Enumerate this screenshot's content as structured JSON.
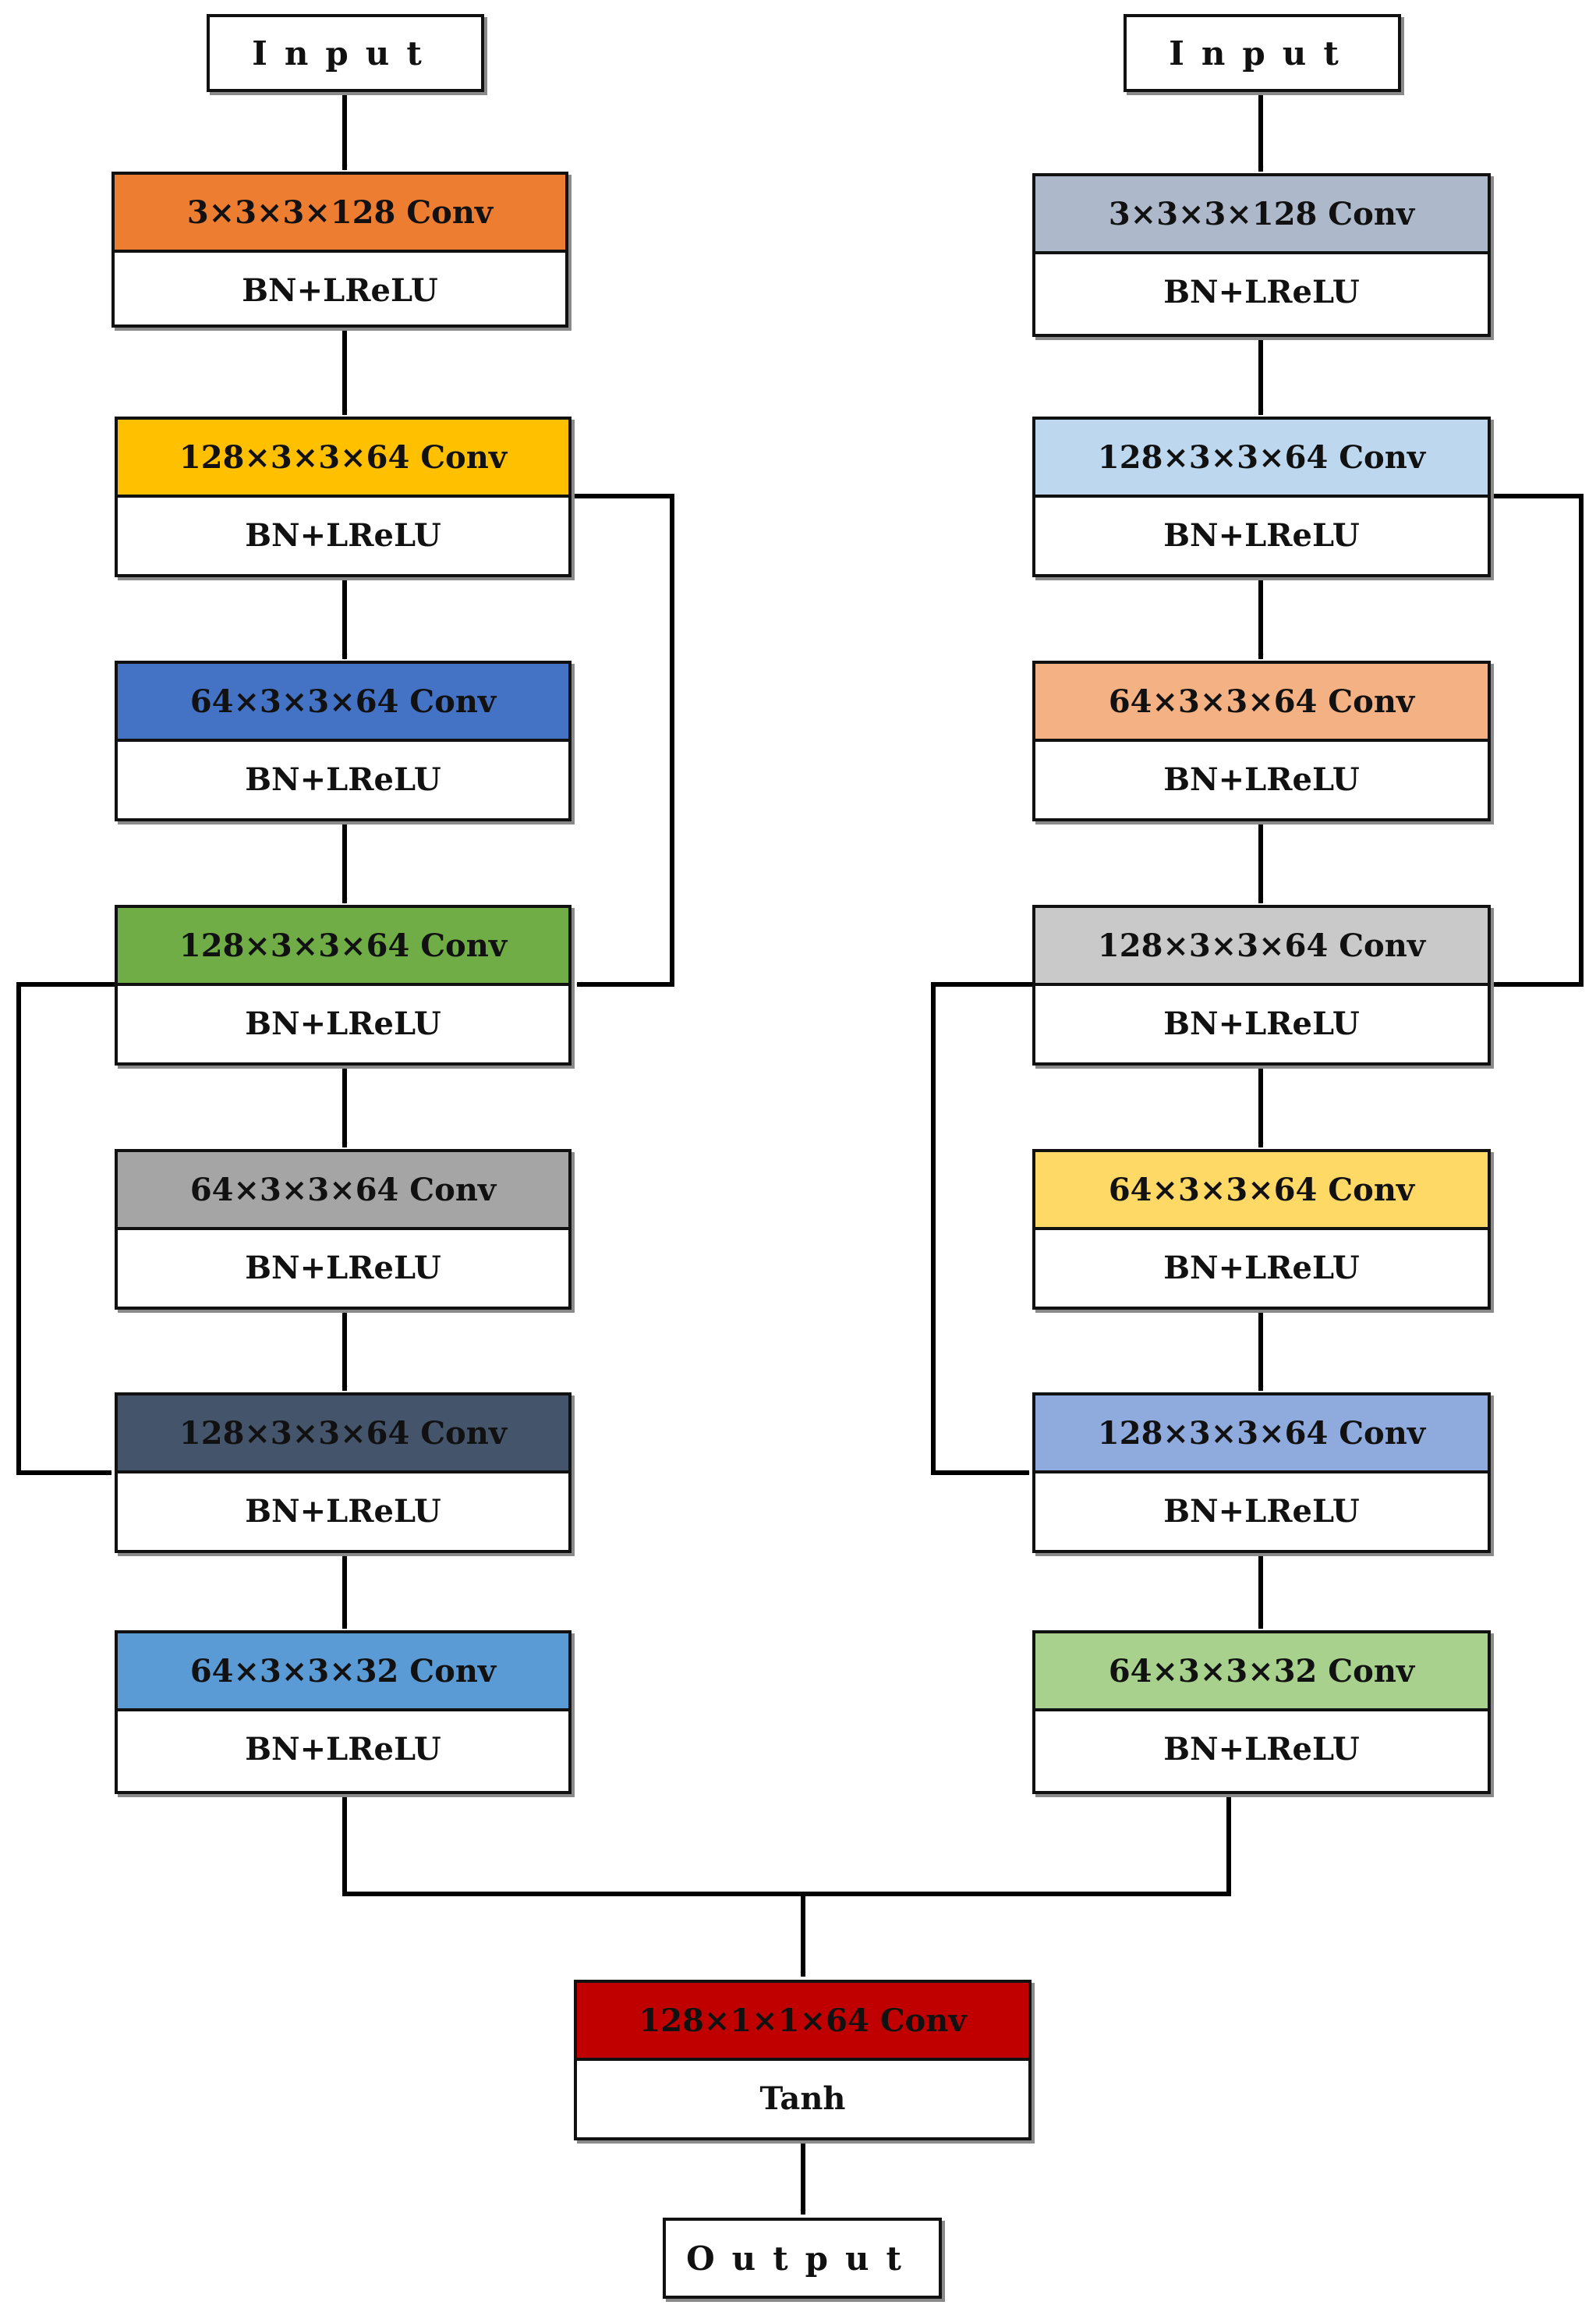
{
  "left": {
    "input": "Input",
    "blocks": [
      {
        "conv": "3×3×3×128 Conv",
        "act": "BN+LReLU",
        "color": "#ED7D31"
      },
      {
        "conv": "128×3×3×64 Conv",
        "act": "BN+LReLU",
        "color": "#FFC000"
      },
      {
        "conv": "64×3×3×64 Conv",
        "act": "BN+LReLU",
        "color": "#4472C4"
      },
      {
        "conv": "128×3×3×64 Conv",
        "act": "BN+LReLU",
        "color": "#70AD47"
      },
      {
        "conv": "64×3×3×64 Conv",
        "act": "BN+LReLU",
        "color": "#A5A5A5"
      },
      {
        "conv": "128×3×3×64 Conv",
        "act": "BN+LReLU",
        "color": "#44546A"
      },
      {
        "conv": "64×3×3×32 Conv",
        "act": "BN+LReLU",
        "color": "#5B9BD5"
      }
    ]
  },
  "right": {
    "input": "Input",
    "blocks": [
      {
        "conv": "3×3×3×128 Conv",
        "act": "BN+LReLU",
        "color": "#ADB9CA"
      },
      {
        "conv": "128×3×3×64 Conv",
        "act": "BN+LReLU",
        "color": "#BDD7EE"
      },
      {
        "conv": "64×3×3×64 Conv",
        "act": "BN+LReLU",
        "color": "#F4B183"
      },
      {
        "conv": "128×3×3×64 Conv",
        "act": "BN+LReLU",
        "color": "#C9C9C9"
      },
      {
        "conv": "64×3×3×64 Conv",
        "act": "BN+LReLU",
        "color": "#FFD966"
      },
      {
        "conv": "128×3×3×64 Conv",
        "act": "BN+LReLU",
        "color": "#8FAADC"
      },
      {
        "conv": "64×3×3×32 Conv",
        "act": "BN+LReLU",
        "color": "#A9D18E"
      }
    ]
  },
  "final": {
    "conv": "128×1×1×64 Conv",
    "act": "Tanh",
    "color": "#C00000"
  },
  "output": "Output"
}
